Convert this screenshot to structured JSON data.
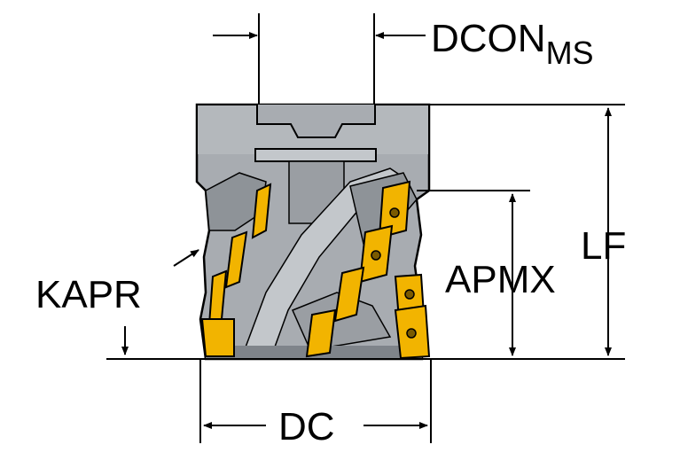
{
  "labels": {
    "dcon_main": "DCON",
    "dcon_sub": "MS",
    "lf": "LF",
    "apmx": "APMX",
    "kapr": "KAPR",
    "dc": "DC"
  },
  "colors": {
    "body": "#a8acb1",
    "body_dark": "#7f848a",
    "body_light": "#c3c7cb",
    "insert": "#f2b400",
    "insert_dark": "#b07f00",
    "outline": "#000000"
  }
}
